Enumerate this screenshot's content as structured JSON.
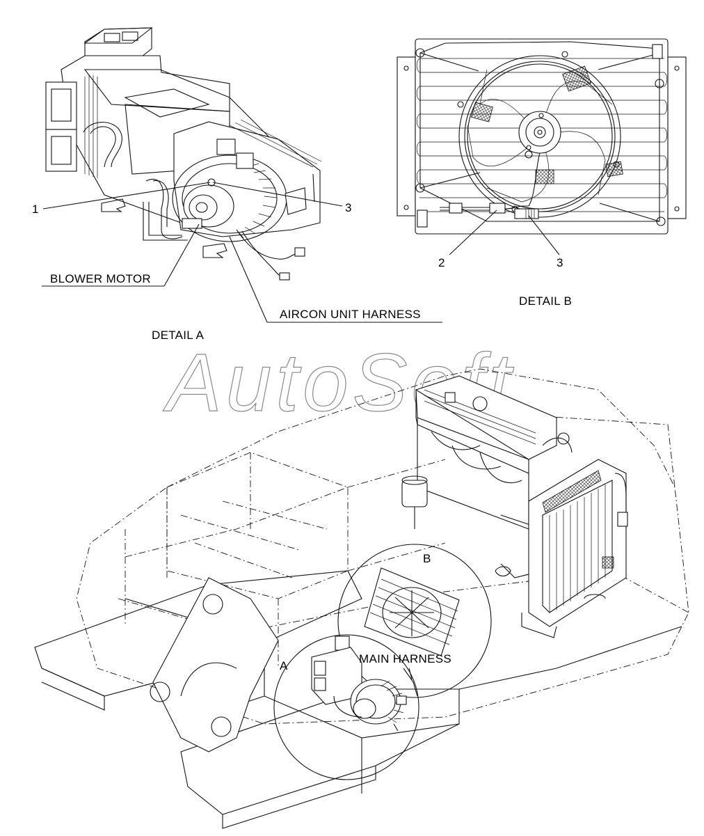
{
  "watermark": "AutoSoft",
  "detail_a": {
    "title": "DETAIL  A",
    "callout_1": "1",
    "callout_3": "3",
    "blower_motor_label": "BLOWER MOTOR",
    "aircon_harness_label": "AIRCON UNIT HARNESS"
  },
  "detail_b": {
    "title": "DETAIL  B",
    "callout_2": "2",
    "callout_3": "3"
  },
  "overview": {
    "circle_a_label": "A",
    "circle_b_label": "B",
    "main_harness_label": "MAIN HARNESS"
  }
}
